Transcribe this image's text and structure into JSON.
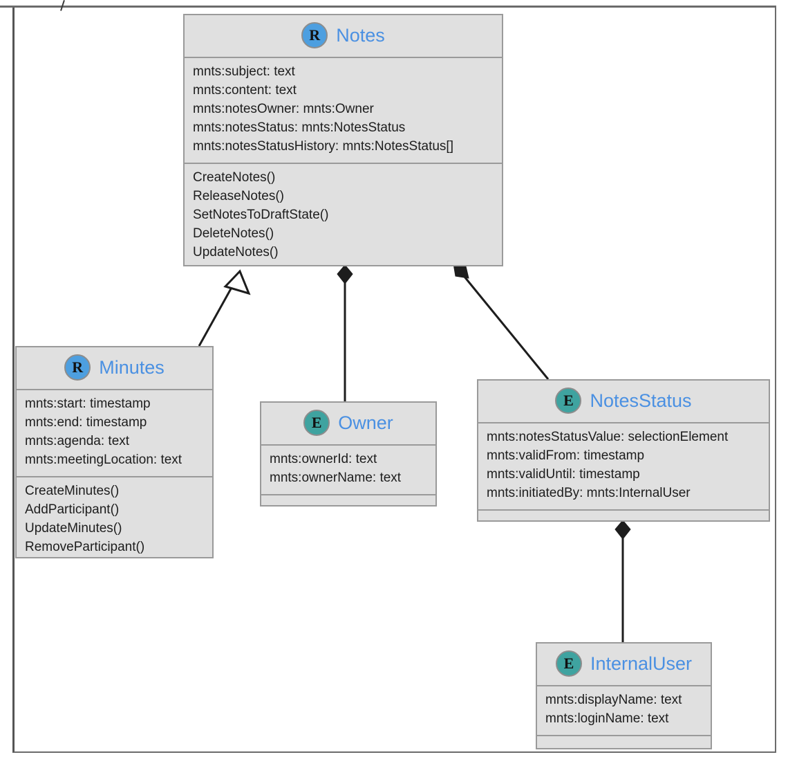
{
  "diagram": {
    "type": "uml-class-diagram",
    "classes": [
      {
        "id": "notes",
        "name": "Notes",
        "stereotype_icon": "R",
        "icon_name": "root-entity-badge",
        "icon_color": "#4d9fe0",
        "attributes": [
          "mnts:subject: text",
          "mnts:content: text",
          "mnts:notesOwner: mnts:Owner",
          "mnts:notesStatus: mnts:NotesStatus",
          "mnts:notesStatusHistory: mnts:NotesStatus[]"
        ],
        "operations": [
          "CreateNotes()",
          "ReleaseNotes()",
          "SetNotesToDraftState()",
          "DeleteNotes()",
          "UpdateNotes()"
        ]
      },
      {
        "id": "minutes",
        "name": "Minutes",
        "stereotype_icon": "R",
        "icon_name": "root-entity-badge",
        "icon_color": "#4d9fe0",
        "attributes": [
          "mnts:start: timestamp",
          "mnts:end: timestamp",
          "mnts:agenda: text",
          "mnts:meetingLocation: text"
        ],
        "operations": [
          "CreateMinutes()",
          "AddParticipant()",
          "UpdateMinutes()",
          "RemoveParticipant()"
        ]
      },
      {
        "id": "owner",
        "name": "Owner",
        "stereotype_icon": "E",
        "icon_name": "entity-badge",
        "icon_color": "#3fa3a0",
        "attributes": [
          "mnts:ownerId: text",
          "mnts:ownerName: text"
        ],
        "operations": []
      },
      {
        "id": "notesstatus",
        "name": "NotesStatus",
        "stereotype_icon": "E",
        "icon_name": "entity-badge",
        "icon_color": "#3fa3a0",
        "attributes": [
          "mnts:notesStatusValue: selectionElement",
          "mnts:validFrom: timestamp",
          "mnts:validUntil: timestamp",
          "mnts:initiatedBy: mnts:InternalUser"
        ],
        "operations": []
      },
      {
        "id": "internaluser",
        "name": "InternalUser",
        "stereotype_icon": "E",
        "icon_name": "entity-badge",
        "icon_color": "#3fa3a0",
        "attributes": [
          "mnts:displayName: text",
          "mnts:loginName: text"
        ],
        "operations": []
      }
    ],
    "relationships": [
      {
        "from": "minutes",
        "to": "notes",
        "kind": "generalization",
        "marker": "hollow-triangle"
      },
      {
        "from": "notes",
        "to": "owner",
        "kind": "composition",
        "marker": "filled-diamond"
      },
      {
        "from": "notes",
        "to": "notesstatus",
        "kind": "composition",
        "marker": "filled-diamond"
      },
      {
        "from": "notesstatus",
        "to": "internaluser",
        "kind": "composition",
        "marker": "filled-diamond"
      }
    ],
    "colors": {
      "class_name": "#4a90e2",
      "box_fill": "#e0e0e0",
      "box_border": "#9a9a9a",
      "line": "#1d1d1d",
      "text": "#1d1d1d"
    }
  }
}
